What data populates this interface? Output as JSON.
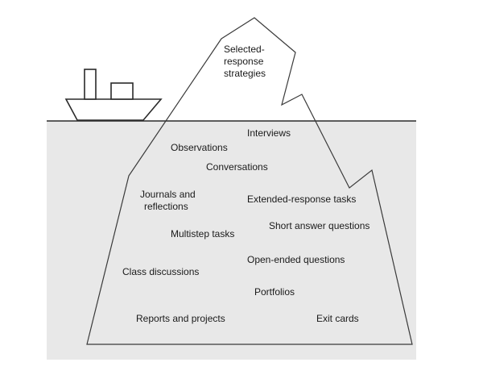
{
  "tip_lines": [
    "Selected-",
    "response",
    "strategies"
  ],
  "labels": {
    "interviews": "Interviews",
    "observations": "Observations",
    "conversations": "Conversations",
    "journals_line1": "Journals and",
    "journals_line2": "reflections",
    "extended_response": "Extended-response tasks",
    "short_answer": "Short answer questions",
    "multistep": "Multistep tasks",
    "open_ended": "Open-ended questions",
    "class_discussions": "Class discussions",
    "portfolios": "Portfolios",
    "reports_projects": "Reports and projects",
    "exit_cards": "Exit cards"
  },
  "colors": {
    "water": "#e8e8e8",
    "outline": "#3a3a3a",
    "text": "#1a1a1a"
  }
}
